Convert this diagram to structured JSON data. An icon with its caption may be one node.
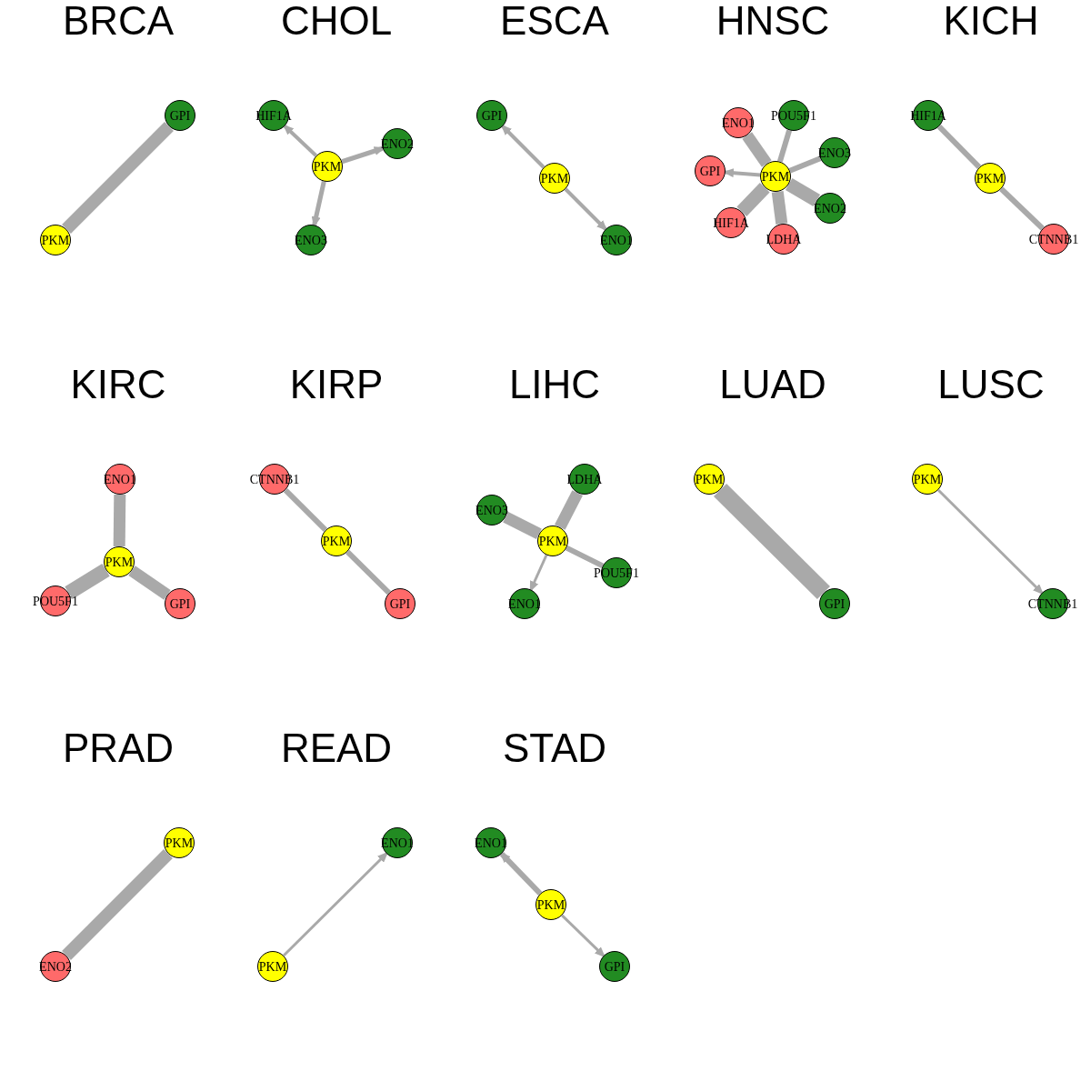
{
  "diagram": {
    "nodes": [
      {
        "text": [
          "GPI"
        ]
      },
      {
        "text": [
          "PKM"
        ]
      },
      {
        "text": [
          "HIF1A"
        ]
      },
      {
        "text": [
          "ENO2"
        ]
      },
      {
        "text": [
          "PKM"
        ]
      },
      {
        "text": [
          "ENO3"
        ]
      },
      {
        "text": [
          "GPI"
        ]
      },
      {
        "text": [
          "PKM"
        ]
      },
      {
        "text": [
          "ENO1"
        ]
      },
      {
        "text": [
          "POU5F1"
        ]
      },
      {
        "text": [
          "ENO1"
        ]
      },
      {
        "text": [
          "ENO3"
        ]
      },
      {
        "text": [
          "GPI"
        ]
      },
      {
        "text": [
          "PKM"
        ]
      },
      {
        "text": [
          "ENO2"
        ]
      },
      {
        "text": [
          "HIF1A"
        ]
      },
      {
        "text": [
          "LDHA"
        ]
      },
      {
        "text": [
          "HIF1A"
        ]
      },
      {
        "text": [
          "PKM"
        ]
      },
      {
        "text": [
          "CTNNB1"
        ]
      },
      {
        "text": [
          "ENO1"
        ]
      },
      {
        "text": [
          "PKM"
        ]
      },
      {
        "text": [
          "POU5F1"
        ]
      },
      {
        "text": [
          "GPI"
        ]
      },
      {
        "text": [
          "CTNNB1"
        ]
      },
      {
        "text": [
          "PKM"
        ]
      },
      {
        "text": [
          "GPI"
        ]
      },
      {
        "text": [
          "LDHA"
        ]
      },
      {
        "text": [
          "ENO3"
        ]
      },
      {
        "text": [
          "PKM"
        ]
      },
      {
        "text": [
          "POU5F1"
        ]
      },
      {
        "text": [
          "ENO1"
        ]
      },
      {
        "text": [
          "PKM"
        ]
      },
      {
        "text": [
          "GPI"
        ]
      },
      {
        "text": [
          "PKM"
        ]
      },
      {
        "text": [
          "CTNNB1"
        ]
      },
      {
        "text": [
          "PKM"
        ]
      },
      {
        "text": [
          "ENO2"
        ]
      },
      {
        "text": [
          "ENO1"
        ]
      },
      {
        "text": [
          "PKM"
        ]
      },
      {
        "text": [
          "ENO1"
        ]
      },
      {
        "text": [
          "PKM"
        ]
      },
      {
        "text": [
          "GPI"
        ]
      }
    ],
    "edges": [
      {
        "from": 1,
        "to": 0,
        "arrow": "none",
        "style": "thick"
      },
      {
        "from": 4,
        "to": 2,
        "arrow": "to"
      },
      {
        "from": 4,
        "to": 3,
        "arrow": "to"
      },
      {
        "from": 4,
        "to": 5,
        "arrow": "to"
      },
      {
        "from": 7,
        "to": 6,
        "arrow": "to"
      },
      {
        "from": 7,
        "to": 8,
        "arrow": "to"
      },
      {
        "from": 13,
        "to": 10,
        "arrow": "none",
        "style": "thick"
      },
      {
        "from": 13,
        "to": 9,
        "arrow": "none"
      },
      {
        "from": 13,
        "to": 11,
        "arrow": "none"
      },
      {
        "from": 13,
        "to": 12,
        "arrow": "to"
      },
      {
        "from": 13,
        "to": 14,
        "arrow": "none",
        "style": "thick"
      },
      {
        "from": 13,
        "to": 15,
        "arrow": "none",
        "style": "thick"
      },
      {
        "from": 13,
        "to": 16,
        "arrow": "none",
        "style": "thick"
      },
      {
        "from": 18,
        "to": 17,
        "arrow": "none"
      },
      {
        "from": 18,
        "to": 19,
        "arrow": "none"
      },
      {
        "from": 21,
        "to": 20,
        "arrow": "none",
        "style": "thick"
      },
      {
        "from": 21,
        "to": 22,
        "arrow": "none",
        "style": "thick"
      },
      {
        "from": 21,
        "to": 23,
        "arrow": "none",
        "style": "thick"
      },
      {
        "from": 25,
        "to": 24,
        "arrow": "none"
      },
      {
        "from": 25,
        "to": 26,
        "arrow": "none"
      },
      {
        "from": 29,
        "to": 27,
        "arrow": "none",
        "style": "thick"
      },
      {
        "from": 29,
        "to": 28,
        "arrow": "none",
        "style": "thick"
      },
      {
        "from": 29,
        "to": 30,
        "arrow": "none"
      },
      {
        "from": 29,
        "to": 31,
        "arrow": "to"
      },
      {
        "from": 32,
        "to": 33,
        "arrow": "none",
        "style": "thick"
      },
      {
        "from": 34,
        "to": 35,
        "arrow": "to"
      },
      {
        "from": 36,
        "to": 37,
        "arrow": "none",
        "style": "thick"
      },
      {
        "from": 39,
        "to": 38,
        "arrow": "to"
      },
      {
        "from": 41,
        "to": 40,
        "arrow": "to"
      },
      {
        "from": 41,
        "to": 42,
        "arrow": "to"
      }
    ],
    "labels": [
      "BRCA",
      "CHOL",
      "ESCA",
      "HNSC",
      "KICH",
      "KIRC",
      "KIRP",
      "LIHC",
      "LUAD",
      "LUSC",
      "PRAD",
      "READ",
      "STAD"
    ]
  }
}
